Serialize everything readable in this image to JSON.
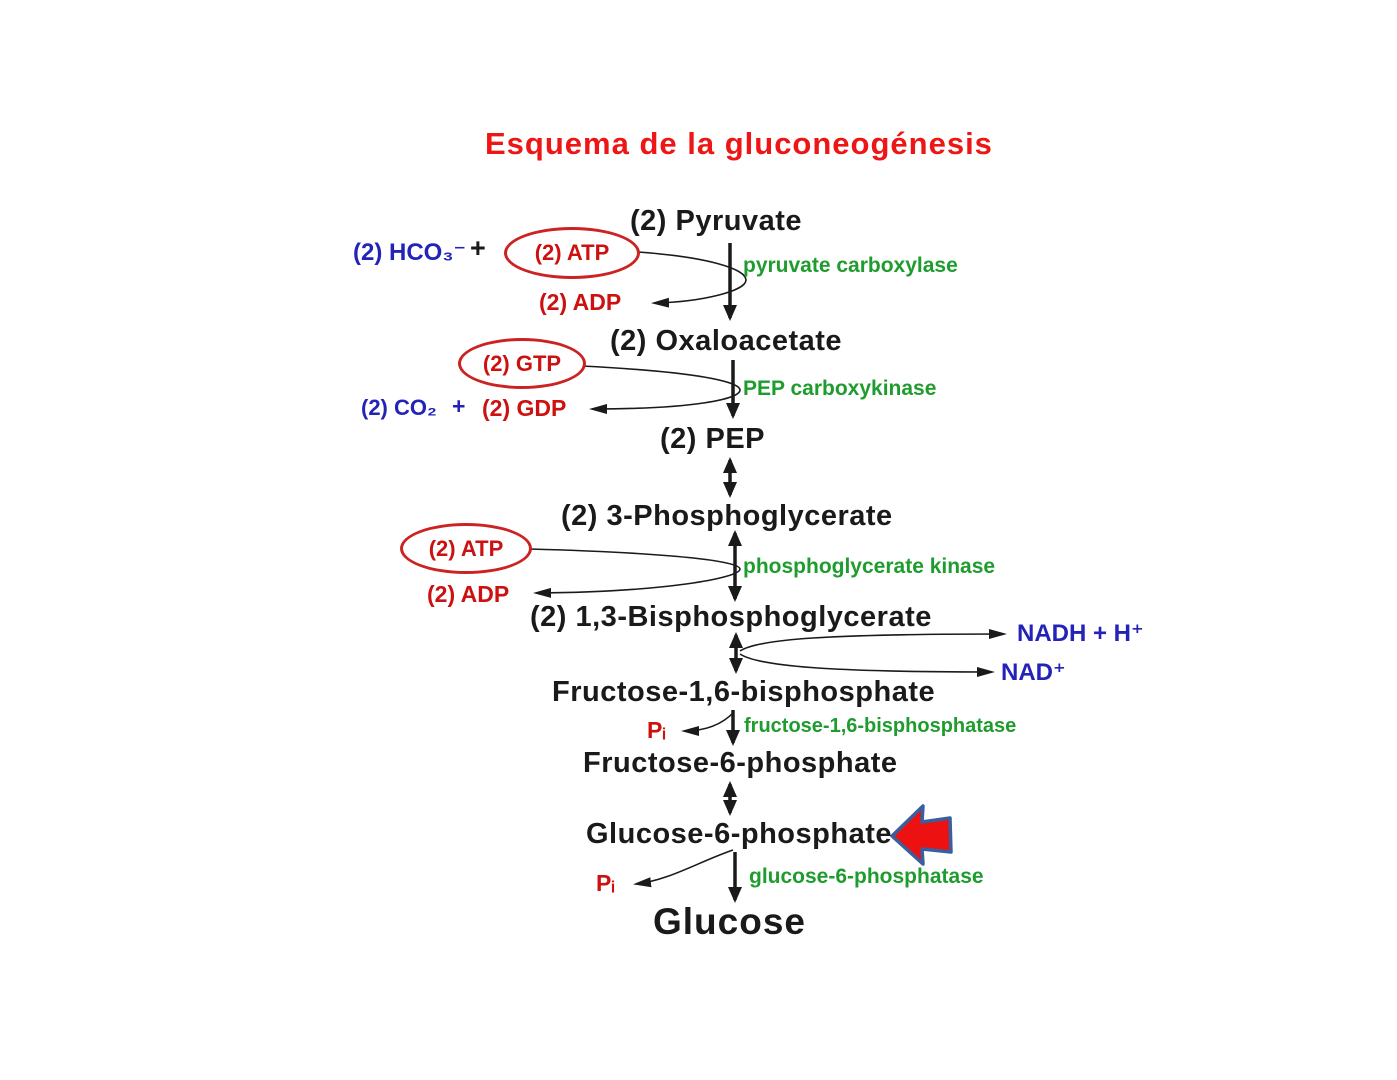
{
  "title": "Esquema de la gluconeogénesis",
  "metabolites": {
    "pyruvate": "(2) Pyruvate",
    "oxaloacetate": "(2) Oxaloacetate",
    "pep": "(2) PEP",
    "phosphoglycerate_3": "(2) 3-Phosphoglycerate",
    "bisphosphoglycerate_13": "(2) 1,3-Bisphosphoglycerate",
    "fructose_16_bisphosphate": "Fructose-1,6-bisphosphate",
    "fructose_6_phosphate": "Fructose-6-phosphate",
    "glucose_6_phosphate": "Glucose-6-phosphate",
    "glucose": "Glucose"
  },
  "enzymes": {
    "pyruvate_carboxylase": "pyruvate carboxylase",
    "pep_carboxykinase": "PEP carboxykinase",
    "phosphoglycerate_kinase": "phosphoglycerate kinase",
    "fructose_16_bisphosphatase": "fructose-1,6-bisphosphatase",
    "glucose_6_phosphatase": "glucose-6-phosphatase"
  },
  "cofactors": {
    "hco3": "(2) HCO₃⁻",
    "plus_1": "+",
    "atp_1": "(2) ATP",
    "adp_1": "(2) ADP",
    "gtp": "(2) GTP",
    "co2": "(2) CO₂",
    "plus_2": "+",
    "gdp": "(2) GDP",
    "atp_2": "(2) ATP",
    "adp_2": "(2) ADP",
    "nadh": "NADH + H⁺",
    "nad": "NAD⁺",
    "pi_1": "Pᵢ",
    "pi_2": "Pᵢ"
  },
  "colors": {
    "title": "#ee1515",
    "metabolite": "#1a1a1a",
    "enzyme": "#1f9c2e",
    "cofactor_red": "#cc1111",
    "cofactor_blue": "#2323b8",
    "oval_stroke": "#cc2222",
    "arrow": "#1a1a1a",
    "block_arrow_fill": "#ee1111",
    "block_arrow_stroke": "#3a5f9e"
  }
}
